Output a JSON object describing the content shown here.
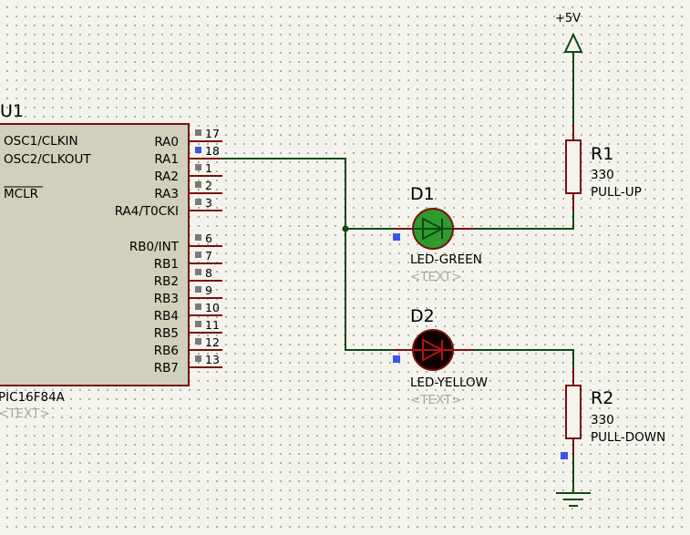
{
  "colors": {
    "wire": "#0b4a12",
    "component_outline": "#7a1010",
    "ic_fill": "#d0d0bc",
    "led_green": "#2f9b2f",
    "led_off": "#100000",
    "marker": "#3a55e8",
    "placeholder_text": "#a8a8a0"
  },
  "u1": {
    "ref": "U1",
    "part": "PIC16F84A",
    "text": "<TEXT>",
    "left_pins": [
      "OSC1/CLKIN",
      "OSC2/CLKOUT",
      "MCLR"
    ],
    "right_pins": [
      {
        "name": "RA0",
        "num": "17"
      },
      {
        "name": "RA1",
        "num": "18"
      },
      {
        "name": "RA2",
        "num": "1"
      },
      {
        "name": "RA3",
        "num": "2"
      },
      {
        "name": "RA4/T0CKI",
        "num": "3"
      },
      {
        "name": "RB0/INT",
        "num": "6"
      },
      {
        "name": "RB1",
        "num": "7"
      },
      {
        "name": "RB2",
        "num": "8"
      },
      {
        "name": "RB3",
        "num": "9"
      },
      {
        "name": "RB4",
        "num": "10"
      },
      {
        "name": "RB5",
        "num": "11"
      },
      {
        "name": "RB6",
        "num": "12"
      },
      {
        "name": "RB7",
        "num": "13"
      }
    ]
  },
  "power": {
    "label": "+5V"
  },
  "r1": {
    "ref": "R1",
    "value": "330",
    "name": "PULL-UP"
  },
  "r2": {
    "ref": "R2",
    "value": "330",
    "name": "PULL-DOWN"
  },
  "d1": {
    "ref": "D1",
    "part": "LED-GREEN",
    "text": "<TEXT>",
    "state": "on"
  },
  "d2": {
    "ref": "D2",
    "part": "LED-YELLOW",
    "text": "<TEXT>",
    "state": "off"
  }
}
